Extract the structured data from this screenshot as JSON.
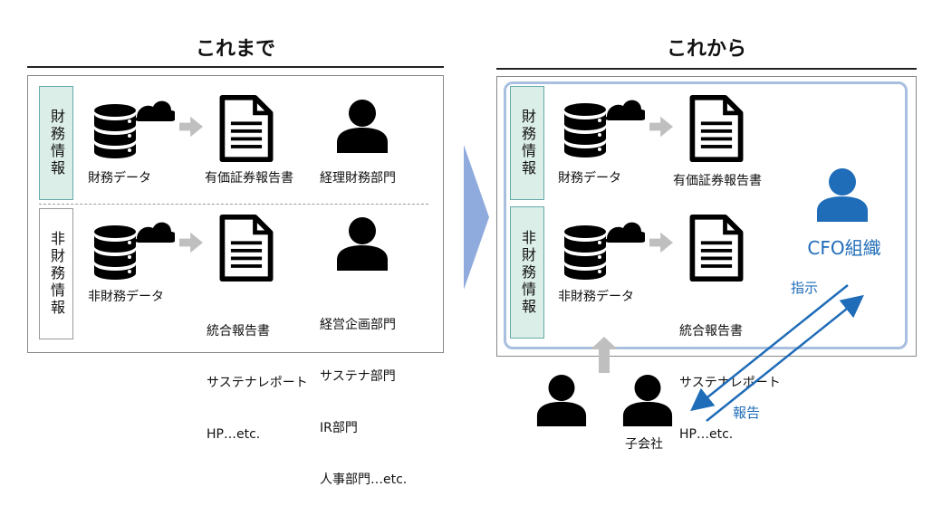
{
  "left": {
    "title": "これまで",
    "financial": {
      "category": "財務情報",
      "data_label": "財務データ",
      "report_label": "有価証券報告書",
      "dept_label": "経理財務部門"
    },
    "nonfinancial": {
      "category": "非財務情報",
      "data_label": "非財務データ",
      "report_lines": [
        "統合報告書",
        "サステナレポート",
        "HP…etc."
      ],
      "dept_lines": [
        "経営企画部門",
        "サステナ部門",
        "IR部門",
        "人事部門…etc."
      ]
    }
  },
  "right": {
    "title": "これから",
    "financial": {
      "category": "財務情報",
      "data_label": "財務データ",
      "report_label": "有価証券報告書"
    },
    "nonfinancial": {
      "category": "非財務情報",
      "data_label": "非財務データ",
      "report_lines": [
        "統合報告書",
        "サステナレポート",
        "HP…etc."
      ]
    },
    "cfo_label": "CFO組織",
    "instruction_label": "指示",
    "report_arrow_label": "報告",
    "subsidiary_label": "子会社"
  },
  "colors": {
    "category_fill": "#dceee8",
    "cfo_border": "#a9bfe0",
    "cfo_blue": "#1f6cb8",
    "chevron": "#8faadc",
    "gray_arrow": "#bfbfbf"
  },
  "icons": [
    "database-cloud-icon",
    "document-icon",
    "person-icon",
    "arrow-right-icon",
    "arrow-up-icon",
    "chevron-right-icon"
  ]
}
